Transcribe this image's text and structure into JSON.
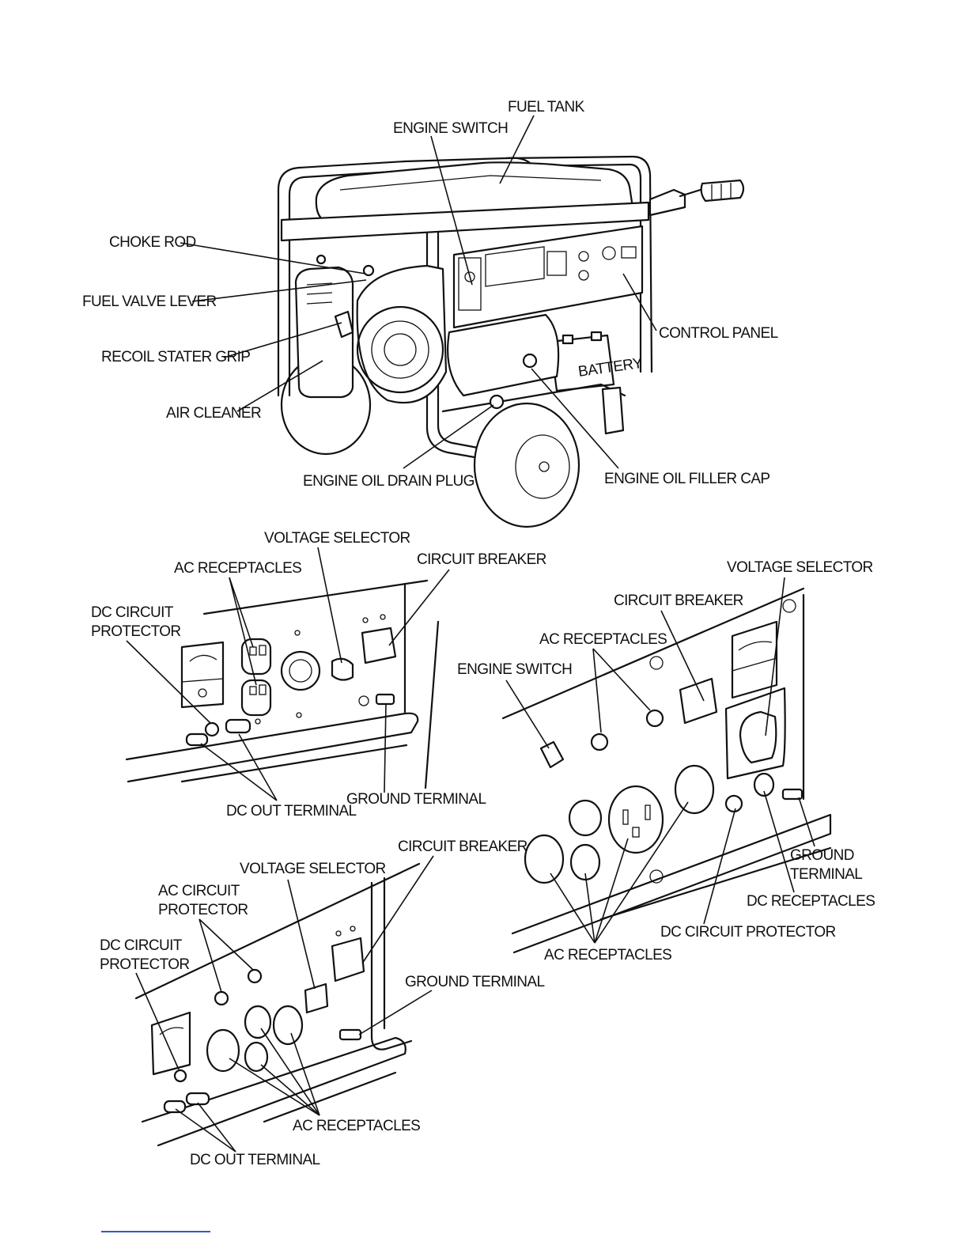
{
  "figures": {
    "generator": {
      "labels": {
        "fuel_tank": "FUEL TANK",
        "engine_switch": "ENGINE SWITCH",
        "choke_rod": "CHOKE ROD",
        "fuel_valve_lever": "FUEL VALVE  LEVER",
        "recoil_starter_grip": "RECOIL STATER GRIP",
        "air_cleaner": "AIR CLEANER",
        "control_panel": "CONTROL PANEL",
        "engine_oil_drain_plug": "ENGINE OIL DRAIN PLUG",
        "engine_oil_filler_cap": "ENGINE OIL FILLER CAP",
        "battery_text": "BATTERY"
      }
    },
    "panel_a": {
      "labels": {
        "voltage_selector": "VOLTAGE SELECTOR",
        "ac_receptacles": "AC  RECEPTACLES",
        "circuit_breaker": "CIRCUIT BREAKER",
        "dc_circuit_protector_1": "DC CIRCUIT",
        "dc_circuit_protector_2": "PROTECTOR",
        "dc_out_terminal": "DC OUT TERMINAL",
        "ground_terminal": "GROUND TERMINAL"
      }
    },
    "panel_b": {
      "labels": {
        "circuit_breaker": "CIRCUIT BREAKER",
        "voltage_selector": "VOLTAGE SELECTOR",
        "ac_circuit_protector_1": "AC CIRCUIT",
        "ac_circuit_protector_2": "PROTECTOR",
        "dc_circuit_protector_1": "DC CIRCUIT",
        "dc_circuit_protector_2": "PROTECTOR",
        "ground_terminal": "GROUND TERMINAL",
        "ac_receptacles": "AC  RECEPTACLES",
        "dc_out_terminal": "DC OUT TERMINAL"
      }
    },
    "panel_c": {
      "labels": {
        "voltage_selector": "VOLTAGE SELECTOR",
        "circuit_breaker": "CIRCUIT BREAKER",
        "ac_receptacles_top": "AC  RECEPTACLES",
        "engine_switch": "ENGINE SWITCH",
        "ground_terminal_1": "GROUND",
        "ground_terminal_2": "TERMINAL",
        "dc_receptacles": "DC RECEPTACLES",
        "dc_circuit_protector": "DC CIRCUIT PROTECTOR",
        "ac_receptacles_bottom": "AC  RECEPTACLES"
      }
    }
  }
}
